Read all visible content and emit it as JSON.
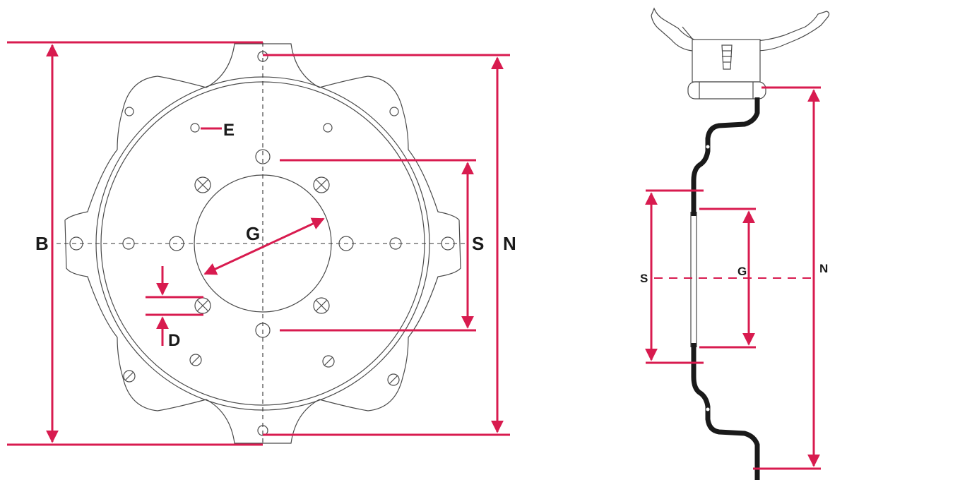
{
  "front_view": {
    "labels": {
      "B": "B",
      "N": "N",
      "S": "S",
      "G": "G",
      "E": "E",
      "D": "D"
    }
  },
  "side_view": {
    "labels": {
      "S": "S",
      "G": "G",
      "N": "N"
    }
  },
  "colors": {
    "dimension": "#d81b4f",
    "outline": "#4a4a4a",
    "profile": "#1a1a1a"
  }
}
